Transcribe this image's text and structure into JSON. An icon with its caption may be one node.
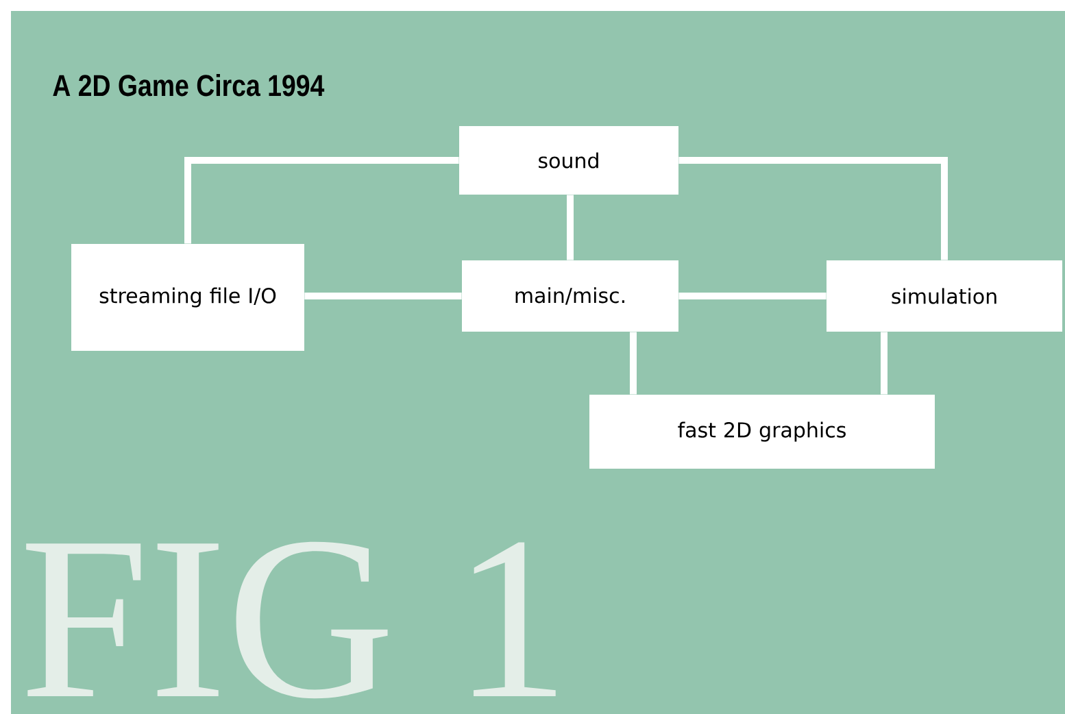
{
  "diagram": {
    "title": "A 2D Game Circa 1994",
    "nodes": [
      {
        "text": [
          "sound"
        ]
      },
      {
        "text": [
          "streaming file I/O"
        ]
      },
      {
        "text": [
          "main/misc."
        ]
      },
      {
        "text": [
          "simulation"
        ]
      },
      {
        "text": [
          "fast 2D graphics"
        ]
      }
    ],
    "edges": [
      {
        "from": 0,
        "to": 1,
        "arrow": "none"
      },
      {
        "from": 0,
        "to": 2,
        "arrow": "none"
      },
      {
        "from": 0,
        "to": 3,
        "arrow": "none"
      },
      {
        "from": 1,
        "to": 2,
        "arrow": "none"
      },
      {
        "from": 2,
        "to": 3,
        "arrow": "none"
      },
      {
        "from": 2,
        "to": 4,
        "arrow": "none"
      },
      {
        "from": 3,
        "to": 4,
        "arrow": "none"
      }
    ],
    "labels": [
      "FIG 1"
    ]
  }
}
